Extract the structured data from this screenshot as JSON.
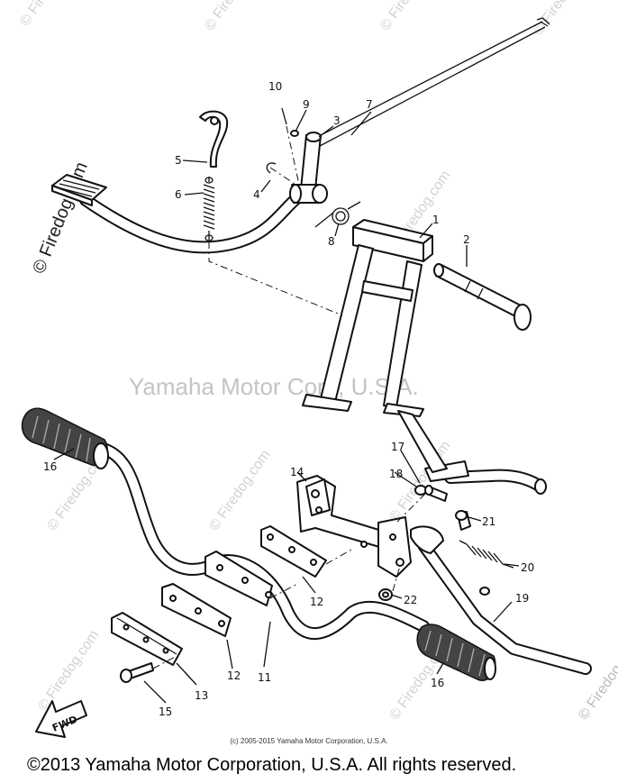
{
  "watermark": {
    "center_text": "Yamaha Motor Corp, U.S.A.",
    "side_text": "© Firedog.com",
    "tile_text": "© Firedog.com"
  },
  "fwd_label": "FWD",
  "callouts": [
    "1",
    "2",
    "3",
    "4",
    "5",
    "6",
    "7",
    "8",
    "9",
    "10",
    "11",
    "12",
    "12",
    "13",
    "14",
    "15",
    "16",
    "16",
    "17",
    "18",
    "19",
    "20",
    "21",
    "22"
  ],
  "small_copyright": "(c) 2005-2015 Yamaha Motor Corporation, U.S.A.",
  "footer_copyright": "©2013 Yamaha Motor Corporation, U.S.A. All rights reserved."
}
